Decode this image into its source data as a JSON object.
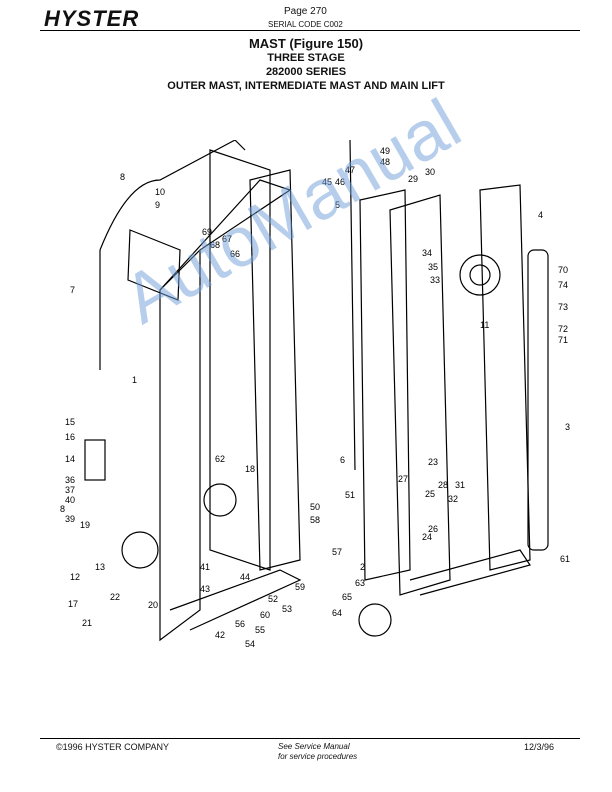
{
  "header": {
    "brand": "HYSTER",
    "page": "Page 270",
    "serial": "SERIAL CODE C002"
  },
  "title": {
    "line1": "MAST (Figure 150)",
    "line2": "THREE STAGE",
    "line3": "282000 SERIES",
    "line4": "OUTER MAST, INTERMEDIATE MAST AND MAIN LIFT"
  },
  "callouts": [
    "1",
    "2",
    "3",
    "4",
    "5",
    "6",
    "7",
    "8",
    "9",
    "10",
    "11",
    "12",
    "13",
    "14",
    "15",
    "16",
    "17",
    "18",
    "19",
    "20",
    "21",
    "22",
    "23",
    "24",
    "25",
    "26",
    "27",
    "28",
    "29",
    "30",
    "31",
    "32",
    "33",
    "34",
    "35",
    "36",
    "37",
    "38",
    "39",
    "40",
    "41",
    "42",
    "43",
    "44",
    "45",
    "46",
    "47",
    "48",
    "49",
    "50",
    "51",
    "52",
    "53",
    "54",
    "55",
    "56",
    "57",
    "58",
    "59",
    "60",
    "61",
    "62",
    "63",
    "64",
    "65",
    "66",
    "67",
    "68",
    "69",
    "70",
    "71",
    "72",
    "73",
    "74"
  ],
  "watermark": "AutoManual",
  "footer": {
    "copyright": "©1996 HYSTER COMPANY",
    "note_line1": "See Service Manual",
    "note_line2": "for service procedures",
    "date": "12/3/96"
  }
}
